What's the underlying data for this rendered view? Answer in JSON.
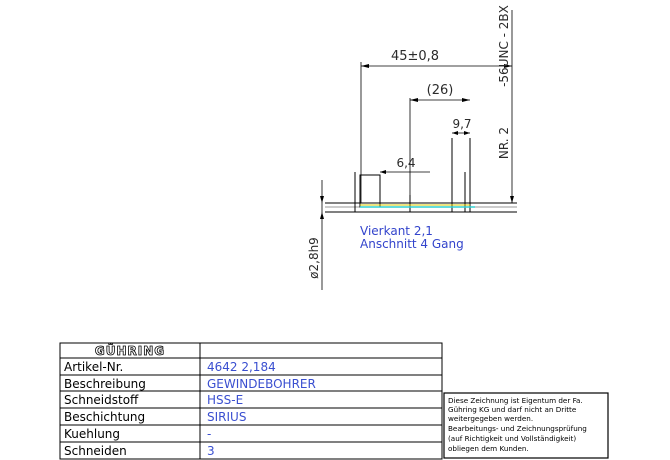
{
  "dimensions": {
    "overall": "45±0,8",
    "mid": "(26)",
    "small": "9,7",
    "step": "6,4",
    "diameter": "ø2,8h9",
    "thread": "-56UNC - 2BX",
    "nr": "NR. 2"
  },
  "notes": {
    "square": "Vierkant 2,1",
    "chamfer": "Anschnitt 4 Gang"
  },
  "logo": "GÜHRING",
  "table": {
    "rows": [
      {
        "label": "Artikel-Nr.",
        "value": "4642 2,184"
      },
      {
        "label": "Beschreibung",
        "value": "GEWINDEBOHRER"
      },
      {
        "label": "Schneidstoff",
        "value": "HSS-E"
      },
      {
        "label": "Beschichtung",
        "value": "SIRIUS"
      },
      {
        "label": "Kuehlung",
        "value": "-"
      },
      {
        "label": "Schneiden",
        "value": "3"
      }
    ]
  },
  "disclaimer": [
    "Diese Zeichnung ist Eigentum der Fa.",
    "Gühring KG und darf nicht an Dritte",
    "weitergegeben werden.",
    "Bearbeitungs- und Zeichnungsprüfung",
    "(auf Richtigkeit und Vollständigkeit)",
    "obliegen dem Kunden."
  ],
  "colors": {
    "line": "#000000",
    "dim_text": "#2b2b2b",
    "note_blue": "#3344cc",
    "table_value": "#3a4fd0",
    "cyan": "#30d0d0",
    "yellow": "#d8c800"
  }
}
